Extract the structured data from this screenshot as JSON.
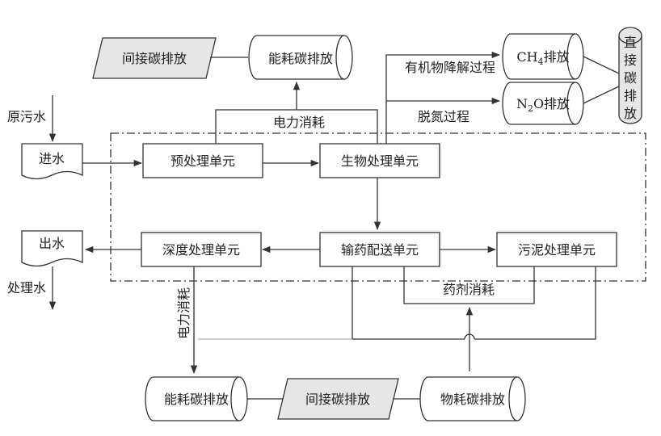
{
  "nodes": {
    "inlet": "进水",
    "outlet": "出水",
    "pretreatment": "预处理单元",
    "biological": "生物处理单元",
    "advanced": "深度处理单元",
    "dosing": "输药配送单元",
    "sludge": "污泥处理单元",
    "indirect_top": "间接碳排放",
    "energy_top": "能耗碳排放",
    "ch4_prefix": "CH",
    "ch4_sub": "4",
    "ch4_suffix": "排放",
    "n2o_prefix": "N",
    "n2o_sub": "2",
    "n2o_suffix": "O排放",
    "direct": [
      "直",
      "接",
      "碳",
      "排",
      "放"
    ],
    "energy_bottom": "能耗碳排放",
    "indirect_bottom": "间接碳排放",
    "material_bottom": "物耗碳排放"
  },
  "labels": {
    "raw_water": "原污水",
    "treated_water": "处理水",
    "power_top": "电力消耗",
    "power_bottom": "电力消耗",
    "organic": "有机物降解过程",
    "denitrification": "脱氮过程",
    "chemical": "药剂消耗"
  }
}
